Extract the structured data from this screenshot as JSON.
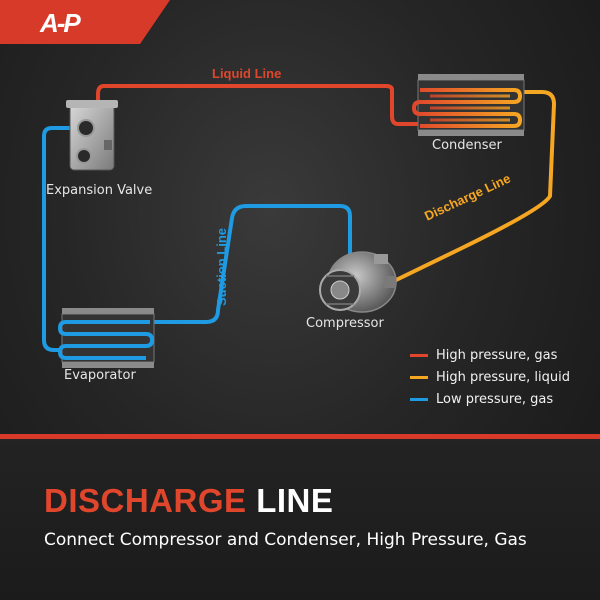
{
  "brand": {
    "logo_text": "A-P",
    "band_color": "#d83a2a"
  },
  "colors": {
    "high_gas": "#e0462c",
    "high_liquid": "#f5a623",
    "low_gas": "#1e9be3",
    "accent_red": "#d83a2a"
  },
  "components": {
    "expansion_valve": "Expansion Valve",
    "condenser": "Condenser",
    "compressor": "Compressor",
    "evaporator": "Evaporator"
  },
  "lines": {
    "liquid": "Liquid Line",
    "discharge": "Discharge Line",
    "suction": "Suction Line"
  },
  "legend": [
    {
      "label": "High pressure, gas",
      "color": "#e0462c"
    },
    {
      "label": "High pressure, liquid",
      "color": "#f5a623"
    },
    {
      "label": "Low pressure, gas",
      "color": "#1e9be3"
    }
  ],
  "headline": {
    "accent": "DISCHARGE",
    "rest": " LINE"
  },
  "subline": "Connect Compressor and Condenser, High Pressure, Gas"
}
